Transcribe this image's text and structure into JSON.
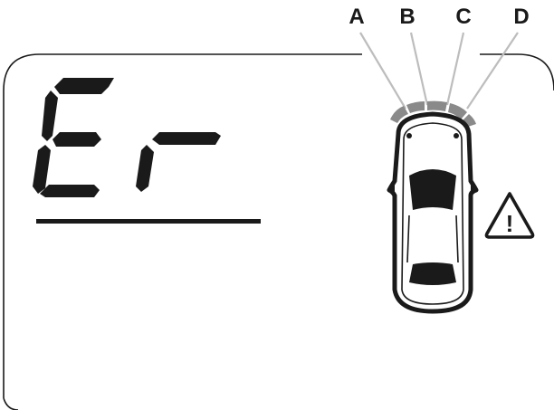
{
  "display": {
    "code_glyphs": [
      "E",
      "r"
    ],
    "code_text": "Er"
  },
  "sensors": {
    "labels": [
      "A",
      "B",
      "C",
      "D"
    ],
    "status": "error"
  },
  "warning": {
    "icon": "warning-triangle-icon",
    "symbol": "!"
  },
  "vehicle": {
    "icon": "car-top-view-icon",
    "view": "top"
  },
  "colors": {
    "segment": "#1a1a1a",
    "sensor_arc": "#8a8a8a",
    "leader_line": "#bdbdbd",
    "outline": "#1a1a1a",
    "background": "#ffffff"
  }
}
